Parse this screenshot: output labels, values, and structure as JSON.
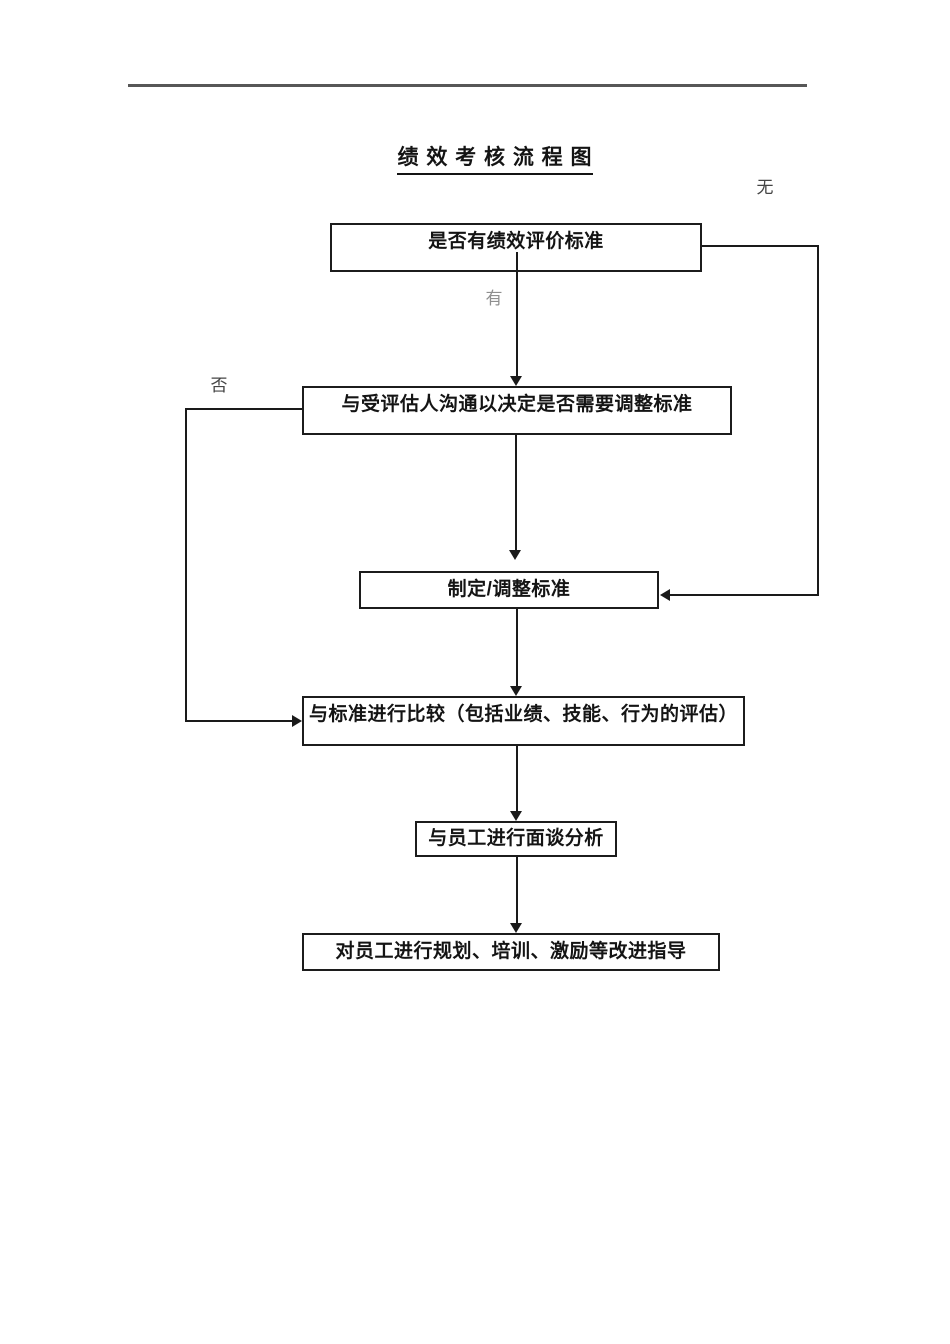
{
  "document": {
    "title": "绩 效 考 核 流 程 图"
  },
  "flowchart": {
    "nodes": [
      {
        "id": "check-standard",
        "label": "是否有绩效评价标准"
      },
      {
        "id": "communicate",
        "label": "与受评估人沟通以决定是否需要调整标准"
      },
      {
        "id": "set-adjust",
        "label": "制定/调整标准"
      },
      {
        "id": "compare",
        "label": "与标准进行比较（包括业绩、技能、行为的评估）"
      },
      {
        "id": "interview",
        "label": "与员工进行面谈分析"
      },
      {
        "id": "guide",
        "label": "对员工进行规划、培训、激励等改进指导"
      }
    ],
    "edge_labels": {
      "none": "无",
      "yes": "有",
      "no": "否"
    },
    "colors": {
      "line": "#1a1a1a",
      "box_border": "#1c1c1c",
      "header_rule": "#575757",
      "label_muted": "#8f8f8f",
      "label_dark": "#454545",
      "background": "#ffffff"
    }
  }
}
